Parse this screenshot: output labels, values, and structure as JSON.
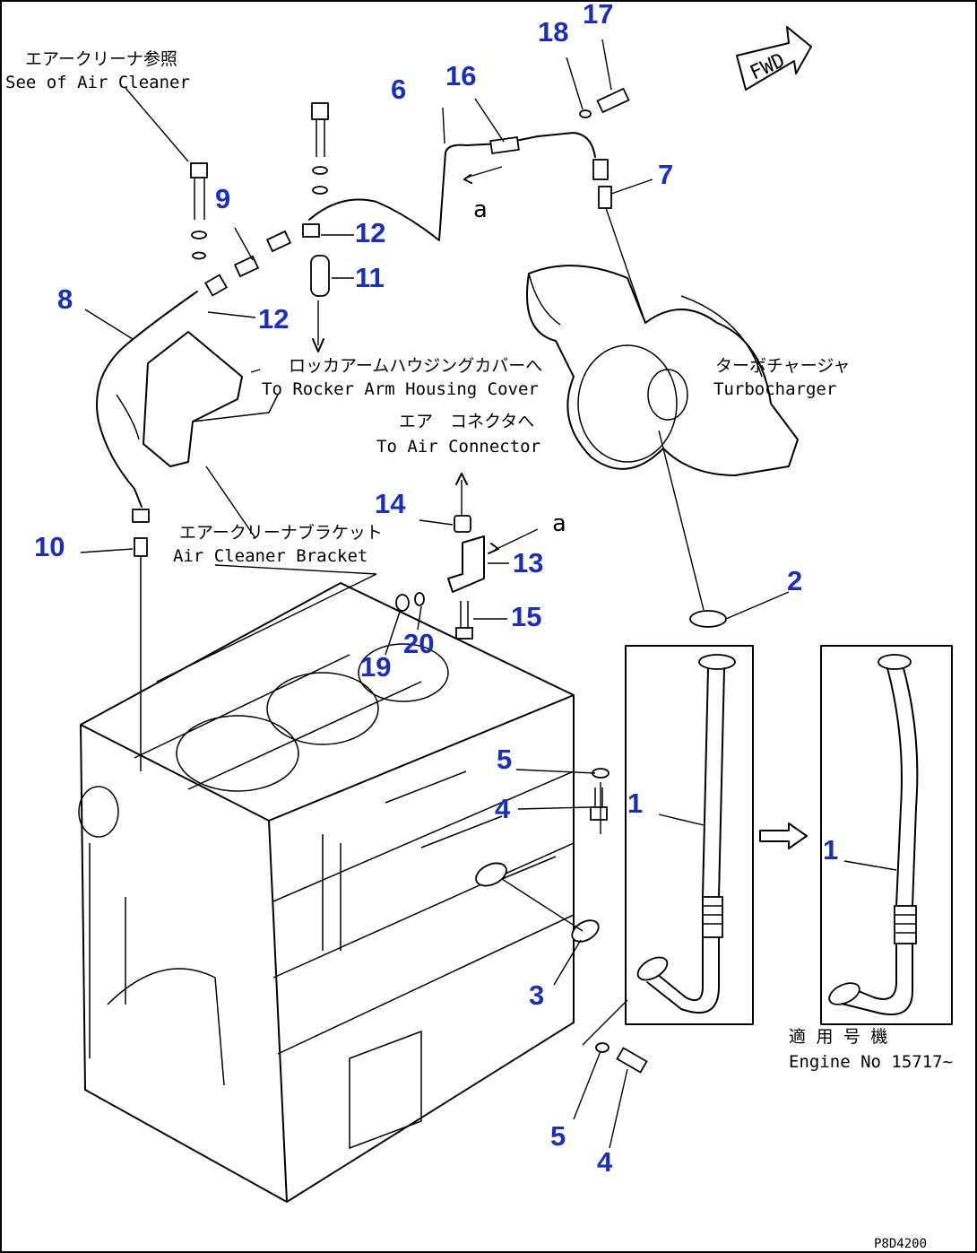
{
  "drawing": {
    "ref_code": "P8D4200",
    "fwd_label": "FWD",
    "view_marker": "a"
  },
  "notes": {
    "air_cleaner_ref_jp": "エアークリーナ参照",
    "air_cleaner_ref_en": "See of Air Cleaner",
    "rocker_cover_jp": "ロッカアームハウジングカバーへ",
    "rocker_cover_en": "To Rocker Arm Housing Cover",
    "turbo_jp": "ターボチャージャ",
    "turbo_en": "Turbocharger",
    "air_connector_jp": "エア　コネクタへ",
    "air_connector_en": "To Air Connector",
    "bracket_jp": "エアークリーナブラケット",
    "bracket_en": "Air Cleaner Bracket",
    "applicable_jp": "適 用 号 機",
    "applicable_en": "Engine No 15717~"
  },
  "callouts": {
    "p1a": "1",
    "p1b": "1",
    "p2": "2",
    "p3": "3",
    "p4a": "4",
    "p4b": "4",
    "p5a": "5",
    "p5b": "5",
    "p6": "6",
    "p7": "7",
    "p8": "8",
    "p9": "9",
    "p10": "10",
    "p11": "11",
    "p12a": "12",
    "p12b": "12",
    "p13": "13",
    "p14": "14",
    "p15": "15",
    "p16": "16",
    "p17": "17",
    "p18": "18",
    "p19": "19",
    "p20": "20"
  },
  "colors": {
    "callout": "#1a2fb5",
    "linework": "#000000"
  }
}
